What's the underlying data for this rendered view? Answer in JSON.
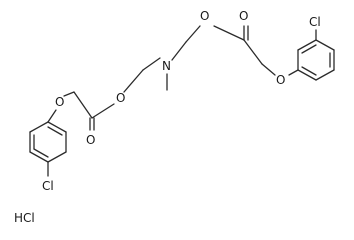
{
  "atoms": {
    "cl_right": "Cl",
    "o_ether_right": "O",
    "o_carbonyl_right": "O",
    "o_ester_right": "O",
    "n_amine": "N",
    "o_ester_left": "O",
    "o_carbonyl_left": "O",
    "o_ether_left": "O",
    "cl_left": "Cl"
  },
  "salt": "HCl"
}
